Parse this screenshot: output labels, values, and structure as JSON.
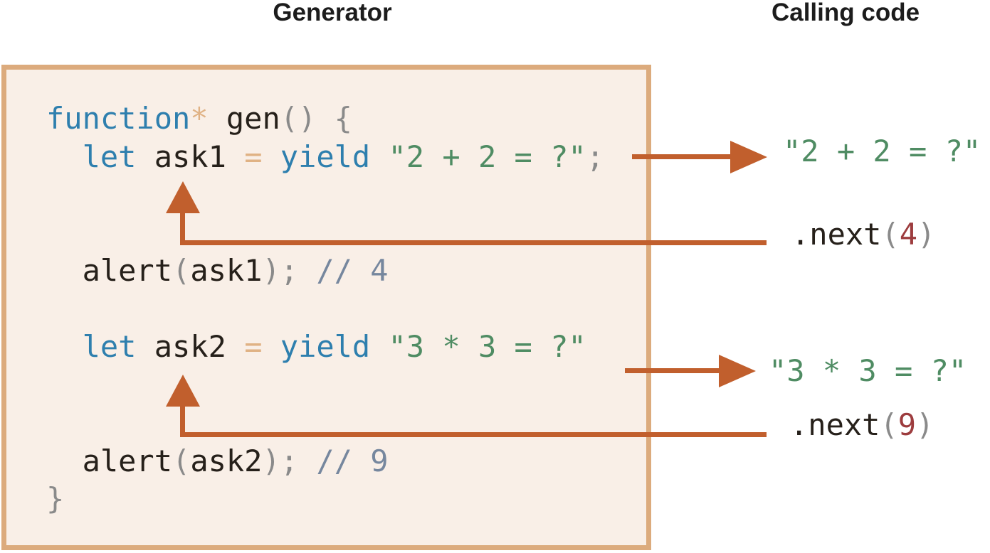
{
  "titles": {
    "generator": "Generator",
    "calling_code": "Calling code"
  },
  "colors": {
    "box_background": "#f9efe7",
    "box_border": "#dcab7d",
    "arrow": "#c15f2d",
    "keyword": "#2e7fae",
    "string": "#4f8c63",
    "operator": "#e0b284",
    "punctuation": "#8a8a8a",
    "comment": "#76879e",
    "number": "#9d3c3e",
    "code_text": "#26201a"
  },
  "generator_code": {
    "lines": [
      [
        {
          "t": "function",
          "c": "kw"
        },
        {
          "t": "*",
          "c": "op"
        },
        {
          "t": " ",
          "c": "pl"
        },
        {
          "t": "gen",
          "c": "pl"
        },
        {
          "t": "()",
          "c": "pn"
        },
        {
          "t": " ",
          "c": "pl"
        },
        {
          "t": "{",
          "c": "pn"
        }
      ],
      [
        {
          "t": "  ",
          "c": "pl"
        },
        {
          "t": "let",
          "c": "kw"
        },
        {
          "t": " ",
          "c": "pl"
        },
        {
          "t": "ask1",
          "c": "pl"
        },
        {
          "t": " ",
          "c": "pl"
        },
        {
          "t": "=",
          "c": "op"
        },
        {
          "t": " ",
          "c": "pl"
        },
        {
          "t": "yield",
          "c": "kw"
        },
        {
          "t": " ",
          "c": "pl"
        },
        {
          "t": "\"2 + 2 = ?\"",
          "c": "str"
        },
        {
          "t": ";",
          "c": "pn"
        }
      ],
      [],
      [],
      [
        {
          "t": "  ",
          "c": "pl"
        },
        {
          "t": "alert",
          "c": "pl"
        },
        {
          "t": "(",
          "c": "pn"
        },
        {
          "t": "ask1",
          "c": "pl"
        },
        {
          "t": ");",
          "c": "pn"
        },
        {
          "t": " ",
          "c": "pl"
        },
        {
          "t": "// 4",
          "c": "cm"
        }
      ],
      [],
      [
        {
          "t": "  ",
          "c": "pl"
        },
        {
          "t": "let",
          "c": "kw"
        },
        {
          "t": " ",
          "c": "pl"
        },
        {
          "t": "ask2",
          "c": "pl"
        },
        {
          "t": " ",
          "c": "pl"
        },
        {
          "t": "=",
          "c": "op"
        },
        {
          "t": " ",
          "c": "pl"
        },
        {
          "t": "yield",
          "c": "kw"
        },
        {
          "t": " ",
          "c": "pl"
        },
        {
          "t": "\"3 * 3 = ?\"",
          "c": "str"
        }
      ],
      [],
      [],
      [
        {
          "t": "  ",
          "c": "pl"
        },
        {
          "t": "alert",
          "c": "pl"
        },
        {
          "t": "(",
          "c": "pn"
        },
        {
          "t": "ask2",
          "c": "pl"
        },
        {
          "t": ");",
          "c": "pn"
        },
        {
          "t": " ",
          "c": "pl"
        },
        {
          "t": "// 9",
          "c": "cm"
        }
      ],
      [
        {
          "t": "}",
          "c": "pn"
        }
      ]
    ]
  },
  "calling_code": {
    "yield_value_1": [
      {
        "t": "\"2 + 2 = ?\"",
        "c": "str"
      }
    ],
    "next_call_1": [
      {
        "t": ".next",
        "c": "pl"
      },
      {
        "t": "(",
        "c": "pn"
      },
      {
        "t": "4",
        "c": "num"
      },
      {
        "t": ")",
        "c": "pn"
      }
    ],
    "yield_value_2": [
      {
        "t": "\"3 * 3 = ?\"",
        "c": "str"
      }
    ],
    "next_call_2": [
      {
        "t": ".next",
        "c": "pl"
      },
      {
        "t": "(",
        "c": "pn"
      },
      {
        "t": "9",
        "c": "num"
      },
      {
        "t": ")",
        "c": "pn"
      }
    ]
  }
}
